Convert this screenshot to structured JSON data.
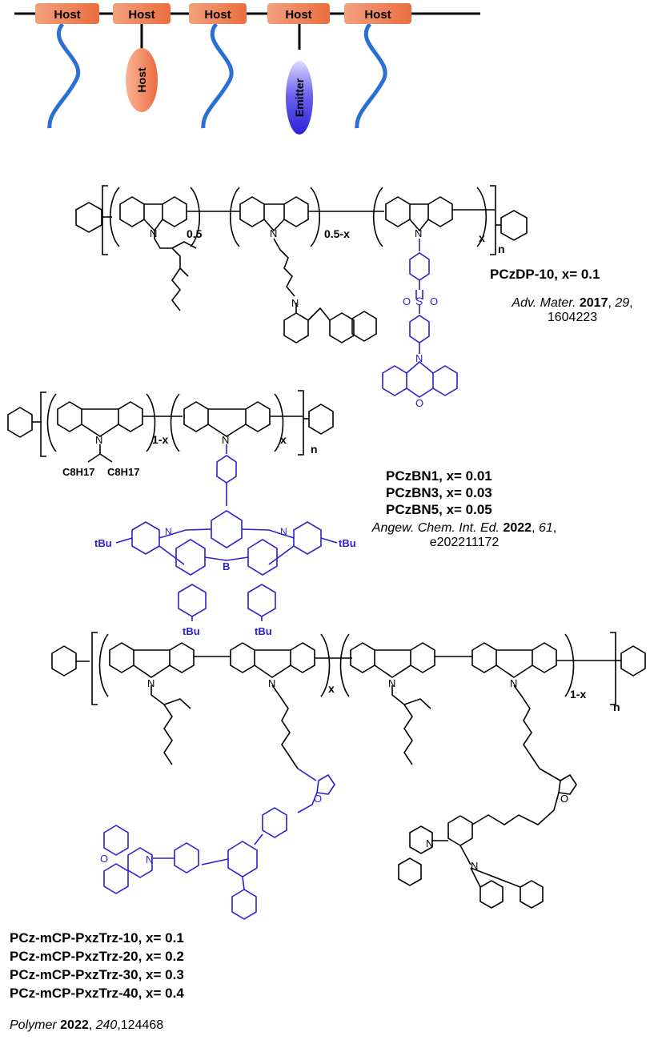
{
  "schematic": {
    "host_label": "Host",
    "emitter_label": "Emitter",
    "colors": {
      "host_box": "#ee7c4f",
      "backbone": "#000000",
      "chain": "#2a6fd6",
      "emitter": "#3b34e0"
    }
  },
  "polymer1": {
    "sub_a": "0.5",
    "sub_b": "0.5-x",
    "sub_c": "x",
    "sub_n": "n",
    "name": "PCzDP-10, x= 0.1",
    "ref": {
      "journal": "Adv. Mater.",
      "year": "2017",
      "volume": "29",
      "page": "1604223"
    },
    "atoms": {
      "N": "N",
      "S": "S",
      "O": "O"
    }
  },
  "polymer2": {
    "sub_a": "1-x",
    "sub_c": "x",
    "sub_n": "n",
    "alkyl": "C8H17",
    "names": [
      "PCzBN1, x= 0.01",
      "PCzBN3, x= 0.03",
      "PCzBN5, x= 0.05"
    ],
    "ref": {
      "journal": "Angew. Chem. Int. Ed.",
      "year": "2022",
      "volume": "61",
      "page": "e202211172"
    },
    "tbu": "tBu",
    "atoms": {
      "N": "N",
      "B": "B"
    }
  },
  "polymer3": {
    "sub_x": "x",
    "sub_1x": "1-x",
    "sub_n": "n",
    "names": [
      "PCz-mCP-PxzTrz-10, x= 0.1",
      "PCz-mCP-PxzTrz-20, x= 0.2",
      "PCz-mCP-PxzTrz-30, x= 0.3",
      "PCz-mCP-PxzTrz-40, x= 0.4"
    ],
    "ref": {
      "journal": "Polymer",
      "year": "2022",
      "volume": "240",
      "page": "124468"
    }
  },
  "colors": {
    "emitter_structure": "#2b1fd1",
    "bonds": "#000000"
  }
}
